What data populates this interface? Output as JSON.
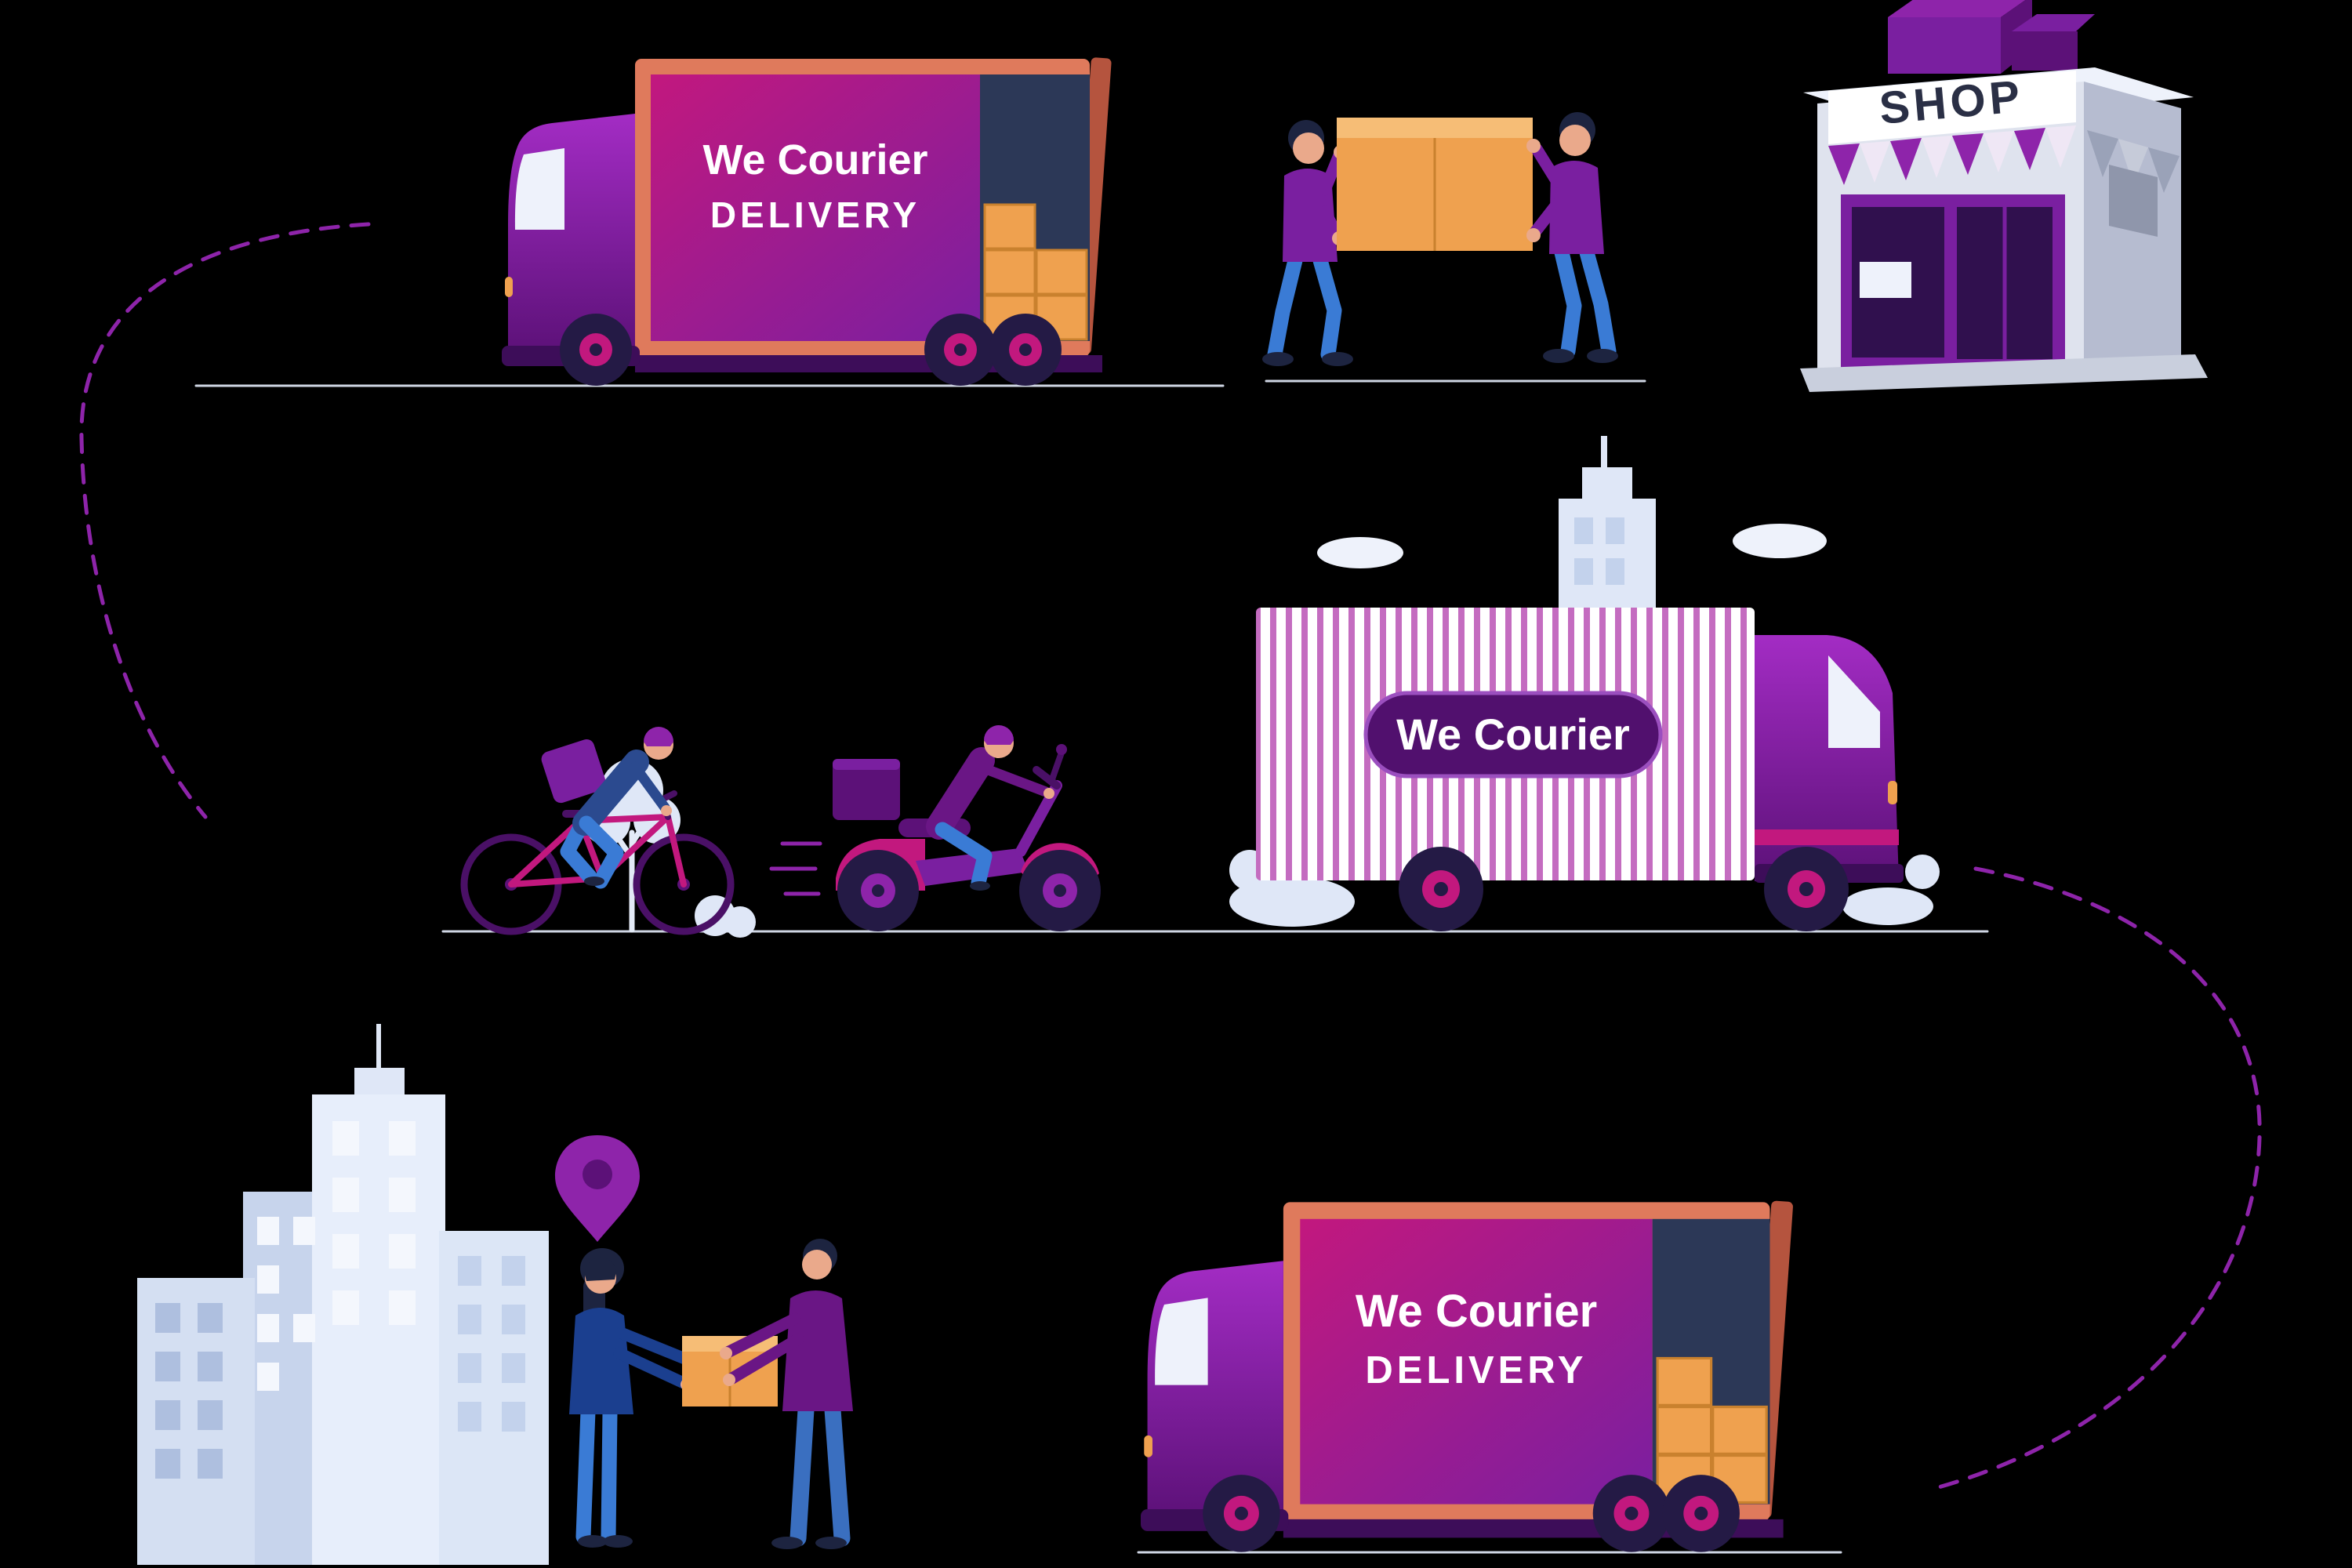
{
  "labels": {
    "truck_top": {
      "line1": "We Courier",
      "line2": "DELIVERY"
    },
    "truck_middle": {
      "badge": "We Courier"
    },
    "truck_bottom": {
      "line1": "We Courier",
      "line2": "DELIVERY"
    },
    "shop": {
      "sign": "SHOP"
    }
  },
  "colors": {
    "background": "#000000",
    "purple": "#8e24aa",
    "purple-mid": "#7a1fa0",
    "purple-deep": "#5c1178",
    "purple-darker": "#3d0d59",
    "magenta": "#c2187e",
    "coral": "#df7a5c",
    "coral-dark": "#b5543e",
    "orange": "#efa14f",
    "orange-light": "#f6bd76",
    "orange-dark": "#c9812e",
    "navy": "#2c3857",
    "hair": "#1d2440",
    "skin": "#eaa98b",
    "jeans": "#3a7bd5",
    "blue-top": "#1b3f8f",
    "white": "#ffffff",
    "offwhite": "#eef2fb",
    "light-blue": "#dfe7f7",
    "window-blue": "#c3d2ec",
    "grey-side": "#b6bcd0",
    "ground-line": "#cfd6e4",
    "wheel-dark": "#241a45",
    "stripe-pink": "#c46cc0",
    "badge-purple": "#51106e",
    "route-dash": "#8e24aa"
  }
}
